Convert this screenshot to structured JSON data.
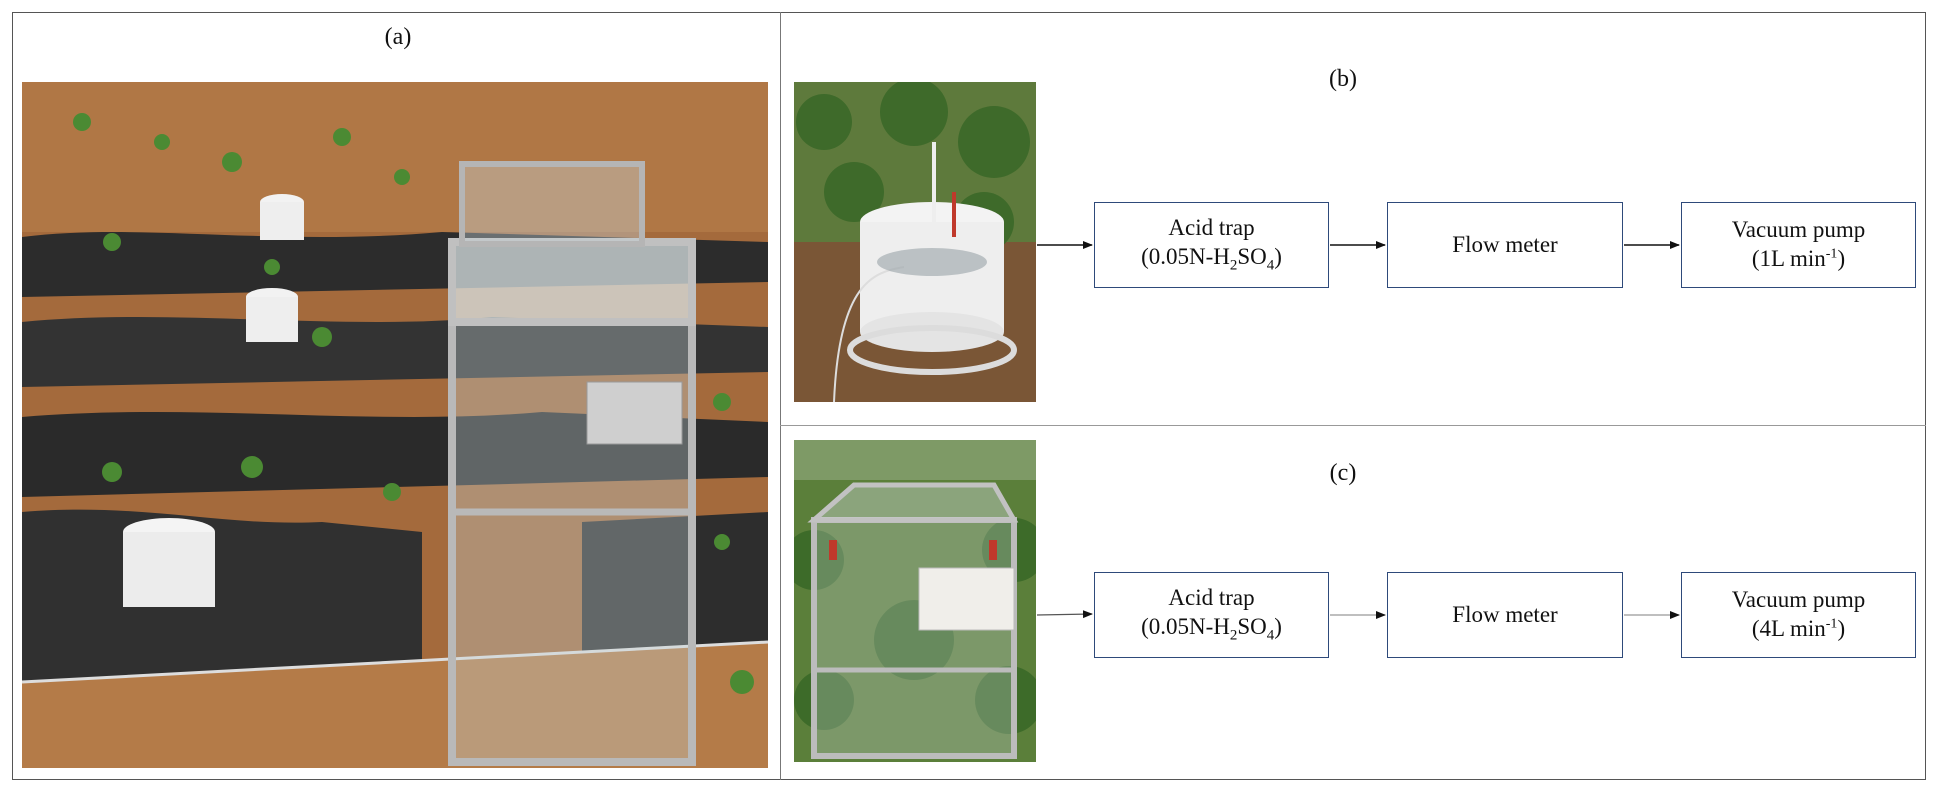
{
  "panels": {
    "a": {
      "label": "(a)"
    },
    "b": {
      "label": "(b)",
      "boxes": [
        {
          "line1": "Acid trap",
          "line2_pre": "(0.05N-H",
          "sub1": "2",
          "line2_mid": "SO",
          "sub2": "4",
          "line2_post": ")"
        },
        {
          "line1": "Flow meter"
        },
        {
          "line1": "Vacuum pump",
          "line2_pre": "(1L min",
          "sup": "-1",
          "line2_post": ")"
        }
      ]
    },
    "c": {
      "label": "(c)",
      "boxes": [
        {
          "line1": "Acid trap",
          "line2_pre": "(0.05N-H",
          "sub1": "2",
          "line2_mid": "SO",
          "sub2": "4",
          "line2_post": ")"
        },
        {
          "line1": "Flow meter"
        },
        {
          "line1": "Vacuum pump",
          "line2_pre": "(4L min",
          "sup": "-1",
          "line2_post": ")"
        }
      ]
    }
  },
  "colors": {
    "box_border": "#2e4a7a",
    "soil": "#9a6338",
    "mulch": "#2b2b2b",
    "foliage": "#3f6e2c"
  }
}
